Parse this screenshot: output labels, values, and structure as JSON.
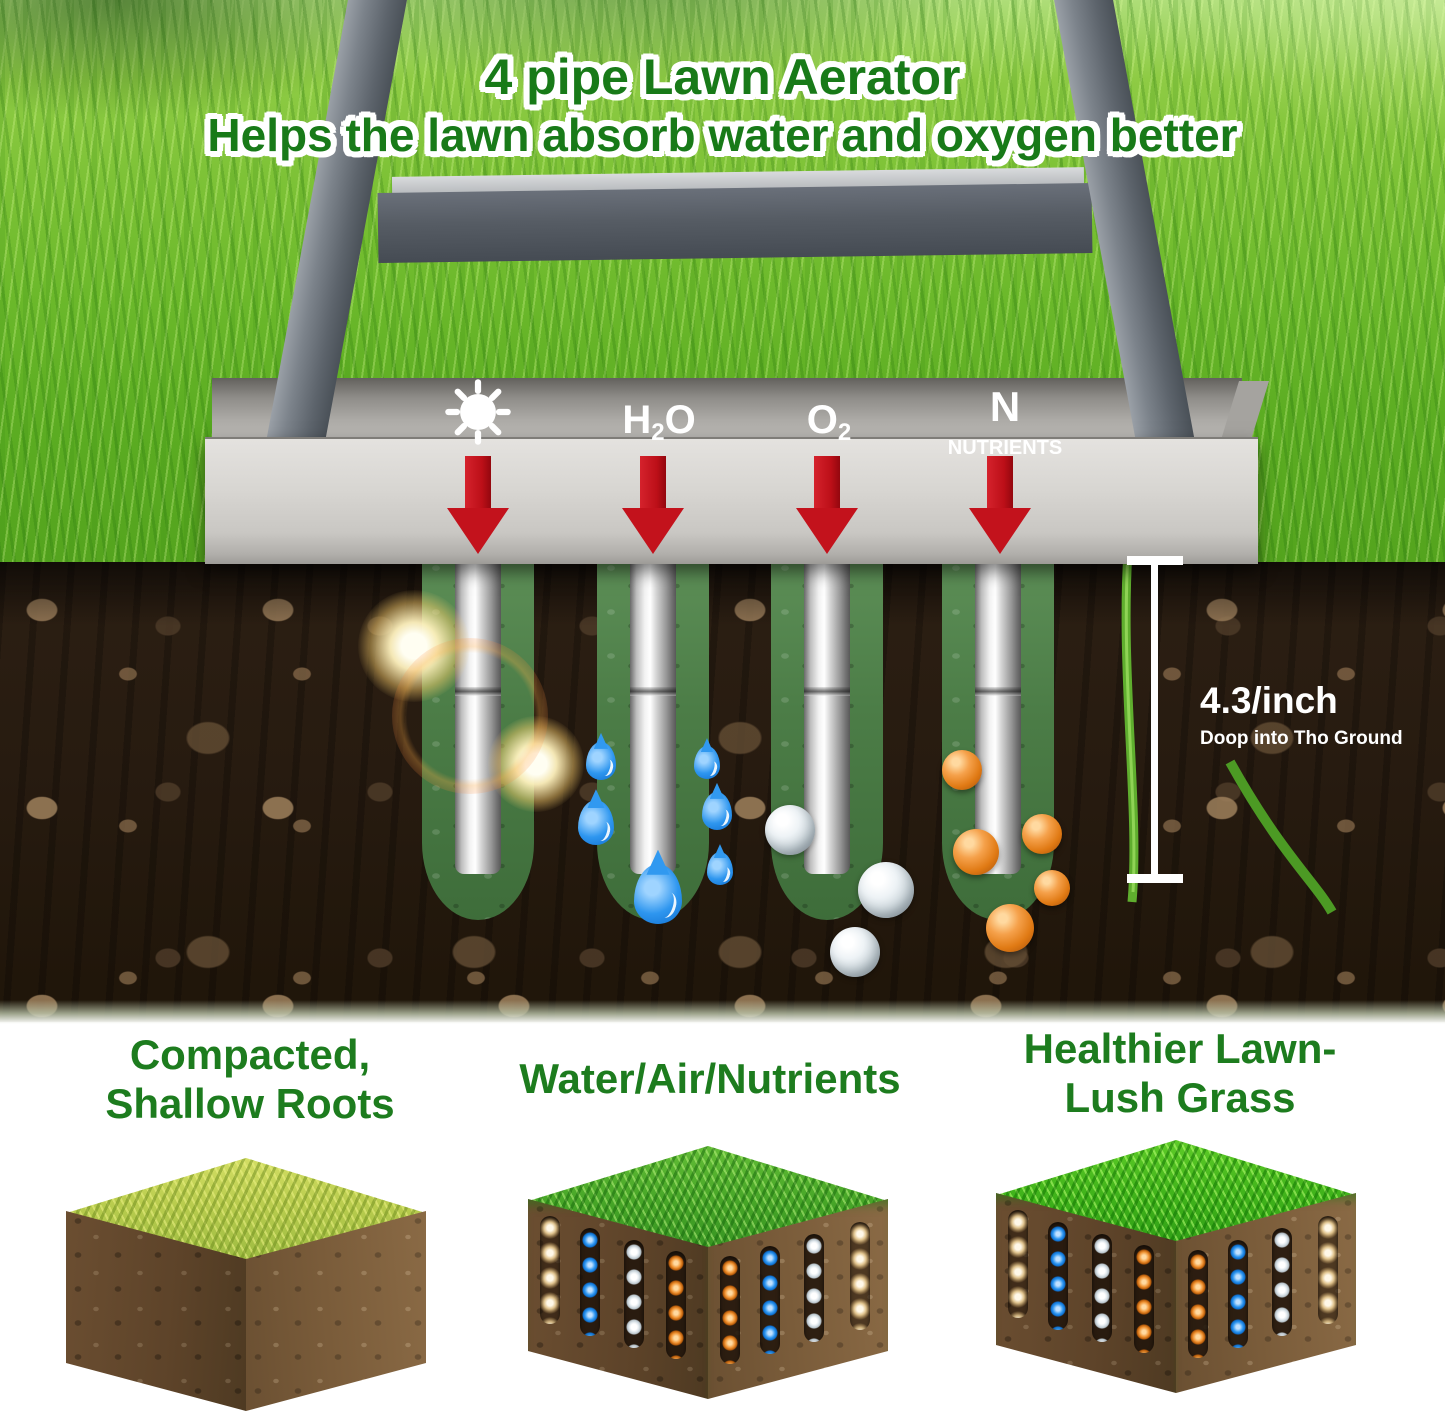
{
  "title": {
    "line1": "4 pipe Lawn Aerator",
    "line2": "Helps the lawn absorb water and oxygen better"
  },
  "bar": {
    "h2o": {
      "pre": "H",
      "sub": "2",
      "post": "O"
    },
    "o2": {
      "pre": "O",
      "sub": "2"
    },
    "n": {
      "label": "N",
      "sublabel": "NUTRIENTS"
    }
  },
  "depth": {
    "value": "4.3/inch",
    "caption": "Doop into Tho Ground"
  },
  "panels": [
    {
      "line1": "Compacted,",
      "line2": "Shallow Roots"
    },
    {
      "line1": "Water/Air/Nutrients",
      "line2": ""
    },
    {
      "line1": "Healthier Lawn-",
      "line2": "Lush Grass"
    }
  ],
  "icons": {
    "sun": "sun-icon",
    "down_arrow": "down-arrow-icon",
    "water_drop": "water-drop-icon",
    "oxygen_bubble": "o2-bubble-icon",
    "nutrient_ball": "nutrient-ball-icon"
  },
  "colors": {
    "title_green": "#187a18",
    "caption_green": "#1d7c1e",
    "arrow_red": "#c3121c",
    "water_blue": "#2f97f0",
    "nutrient_orange": "#e8821e",
    "bar_silver": "#d8d6d2",
    "capsule_green": "#4c7d47",
    "soil_brown": "#271b10",
    "handle_gray": "#5d646c"
  }
}
